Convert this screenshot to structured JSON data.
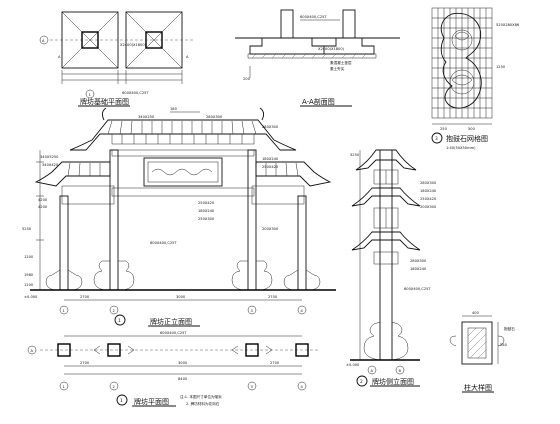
{
  "titles": {
    "foundation_plan": "牌坊基础平面图",
    "section_aa": "A-A剖面图",
    "stone_detail": "抱鼓石网格图",
    "front_elevation": "牌坊正立面图",
    "side_elevation": "牌坊侧立面图",
    "plan": "牌坊平面图",
    "column_detail": "柱大样图"
  },
  "foundation": {
    "axis_a": "A",
    "axis_1": "1",
    "dim_chamfer": "600X400,C25T",
    "dim_base": "X2400(X1800)",
    "dim_base2": "600X400,C25T",
    "section_left": "A",
    "section_right": "A"
  },
  "section_aa": {
    "dim_top": "600X400,C25T",
    "dim_base": "X2400(X1800)",
    "dim_bottom": "200",
    "note1": "素混凝土垫层",
    "note2": "素土夯实"
  },
  "stone_detail": {
    "number": "3",
    "scale": "1:40(50X50mm)",
    "dims": [
      "250",
      "500"
    ],
    "side_label": "520X280X86",
    "grid_value": "1250"
  },
  "front_elevation": {
    "number": "1",
    "labels_left": [
      "340X5250",
      "340X420",
      "4200",
      "4200",
      "5250",
      "1200",
      "1980",
      "1200",
      "±0.000"
    ],
    "labels_center": [
      "180",
      "340X250",
      "280X300",
      "250X420",
      "180X240",
      "250X300",
      "600X400,C25T"
    ],
    "labels_right": [
      "280X300",
      "180X240",
      "250X420",
      "200X300"
    ],
    "dims_bottom": [
      "2700",
      "3000",
      "2700"
    ],
    "axis": [
      "1",
      "2",
      "3",
      "4"
    ]
  },
  "side_elevation": {
    "number": "2",
    "labels": [
      "280X300",
      "180X240",
      "250X420",
      "200X300",
      "280X300",
      "180X240",
      "600X400,C25T"
    ],
    "axis": [
      "A",
      "B"
    ],
    "level_top": "5250",
    "level_zero": "±0.000"
  },
  "plan": {
    "number": "1",
    "dims": [
      "2700",
      "3000",
      "2700"
    ],
    "total": "8400",
    "axis": [
      "1",
      "2",
      "3",
      "4"
    ],
    "axis_side": "A",
    "label": "600X400,C25T",
    "notes": [
      "注:1. 本图尺寸单位为毫米",
      "2. 牌坊材料为花岗石"
    ]
  },
  "column_detail": {
    "dims": [
      "400",
      "280"
    ],
    "note": "抱鼓石"
  }
}
